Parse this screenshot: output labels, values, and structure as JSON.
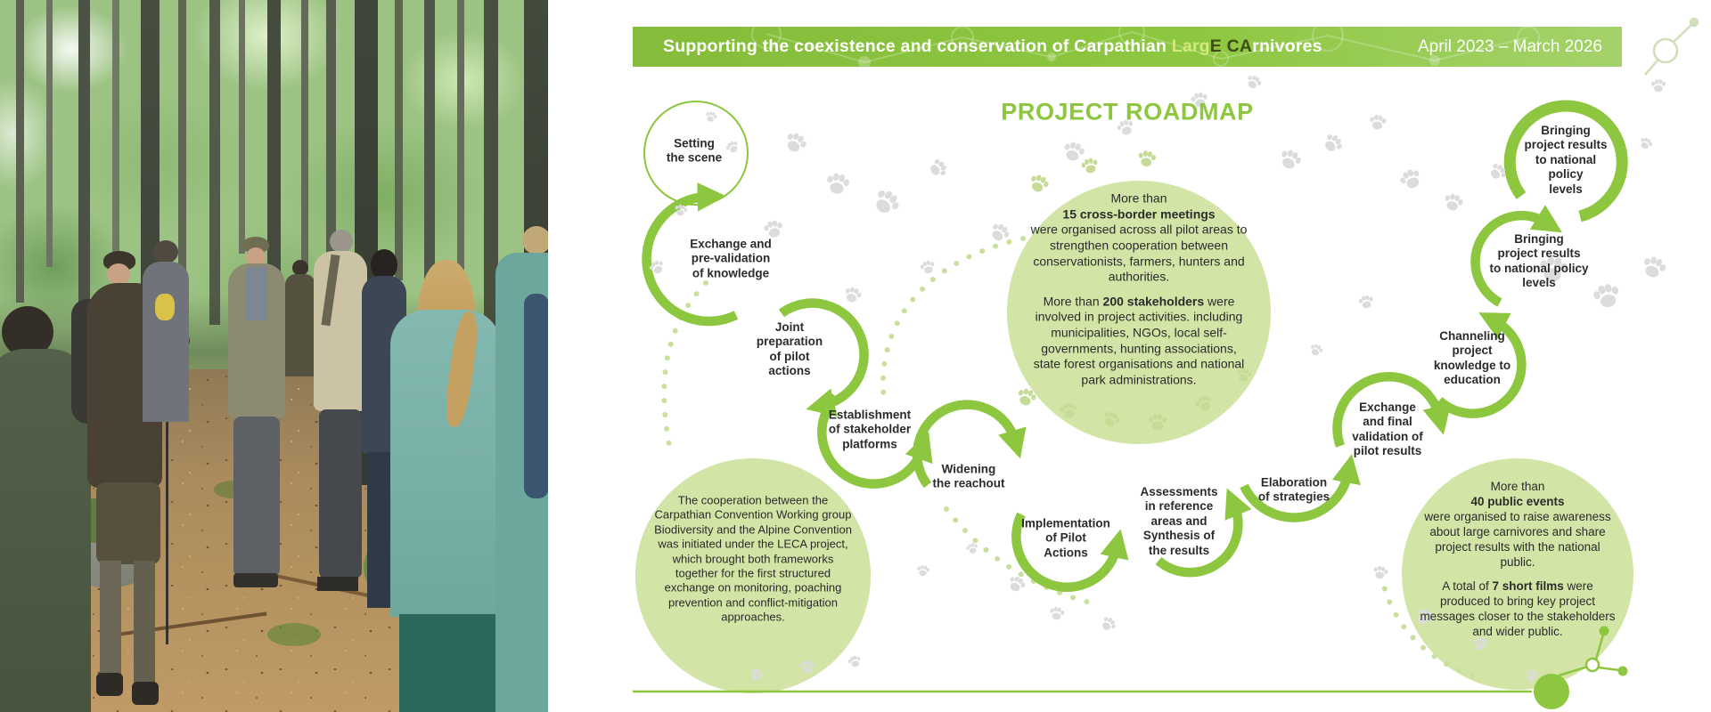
{
  "header": {
    "title_prefix": "Supporting the coexistence and conservation of Carpathian ",
    "title_highlight_light": "Larg",
    "title_highlight_dark": "E CA",
    "title_suffix": "rnivores",
    "date_range": "April 2023 – March 2026"
  },
  "roadmap": {
    "title": "PROJECT ROADMAP",
    "steps": [
      {
        "label": "Setting\nthe scene"
      },
      {
        "label": "Exchange and\npre-validation\nof knowledge"
      },
      {
        "label": "Joint\npreparation\nof pilot\nactions"
      },
      {
        "label": "Establishment\nof stakeholder\nplatforms"
      },
      {
        "label": "Widening\nthe reachout"
      },
      {
        "label": "Implementation\nof Pilot\nActions"
      },
      {
        "label": "Assessments\nin reference\nareas and\nSynthesis of\nthe results"
      },
      {
        "label": "Elaboration\nof strategies"
      },
      {
        "label": "Exchange\nand final\nvalidation of\npilot results"
      },
      {
        "label": "Channeling\nproject\nknowledge to\neducation"
      },
      {
        "label": "Bringing\nproject results\nto national policy\nlevels"
      },
      {
        "label": "Bringing\nproject results\nto national\npolicy\nlevels"
      }
    ]
  },
  "callouts": {
    "meetings": {
      "p1_pre": "More than",
      "p1_bold": "15 cross-border meetings",
      "p1_rest": "were organised across all pilot areas to strengthen cooperation between conservationists, farmers, hunters and authorities.",
      "p2_pre": "More than ",
      "p2_bold": "200 stakeholders",
      "p2_rest": " were involved in project activities. including municipalities, NGOs, local self-governments, hunting associations, state forest organisations and national park administrations."
    },
    "cooperation": {
      "text": "The cooperation between the Carpathian Convention Working group Biodiversity and the Alpine Convention was initiated under the LECA project, which brought both frameworks together for the first structured exchange on monitoring, poaching prevention and conflict-mitigation approaches."
    },
    "events": {
      "p1_pre": "More than",
      "p1_bold": "40 public events",
      "p1_rest": "were organised to raise awareness about large carnivores and share project results with the national public.",
      "p2_pre": "A total of ",
      "p2_bold": "7 short films",
      "p2_rest": " were produced to bring key project messages closer to the stakeholders and wider public."
    }
  },
  "icons": {
    "paw": "paw-icon",
    "molecule": "molecule-network-icon"
  },
  "colors": {
    "brand_green": "#8dc63f",
    "band_green_light": "#a5d26b",
    "light_circle_fill": "#d2e4a6",
    "dotted_green": "#c8e09c",
    "ink": "#2b2b2b",
    "paw_gray": "#dcdcdc",
    "paw_light_green": "#c6dc96",
    "title_highlight_light": "#d3e87e",
    "title_highlight_dark": "#3f4c16"
  }
}
